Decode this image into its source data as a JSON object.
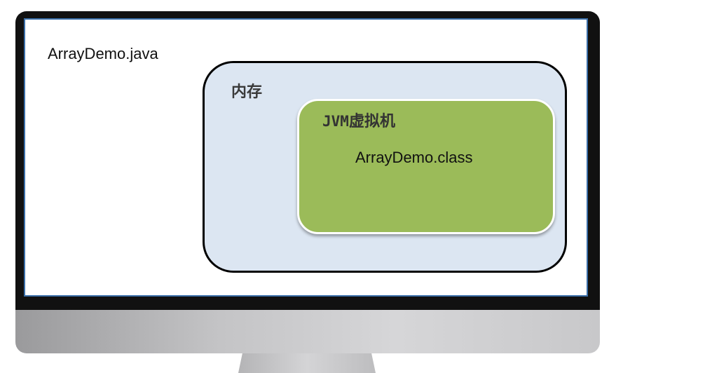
{
  "source_file": {
    "label": "ArrayDemo.java"
  },
  "memory": {
    "label": "内存"
  },
  "jvm": {
    "label_prefix": "JVM",
    "label_suffix": "虚拟机",
    "class_file": "ArrayDemo.class"
  },
  "colors": {
    "memory_fill": "#dce6f2",
    "jvm_fill": "#9bbb59",
    "screen_border": "#3a6ea8",
    "bezel": "#111111"
  }
}
